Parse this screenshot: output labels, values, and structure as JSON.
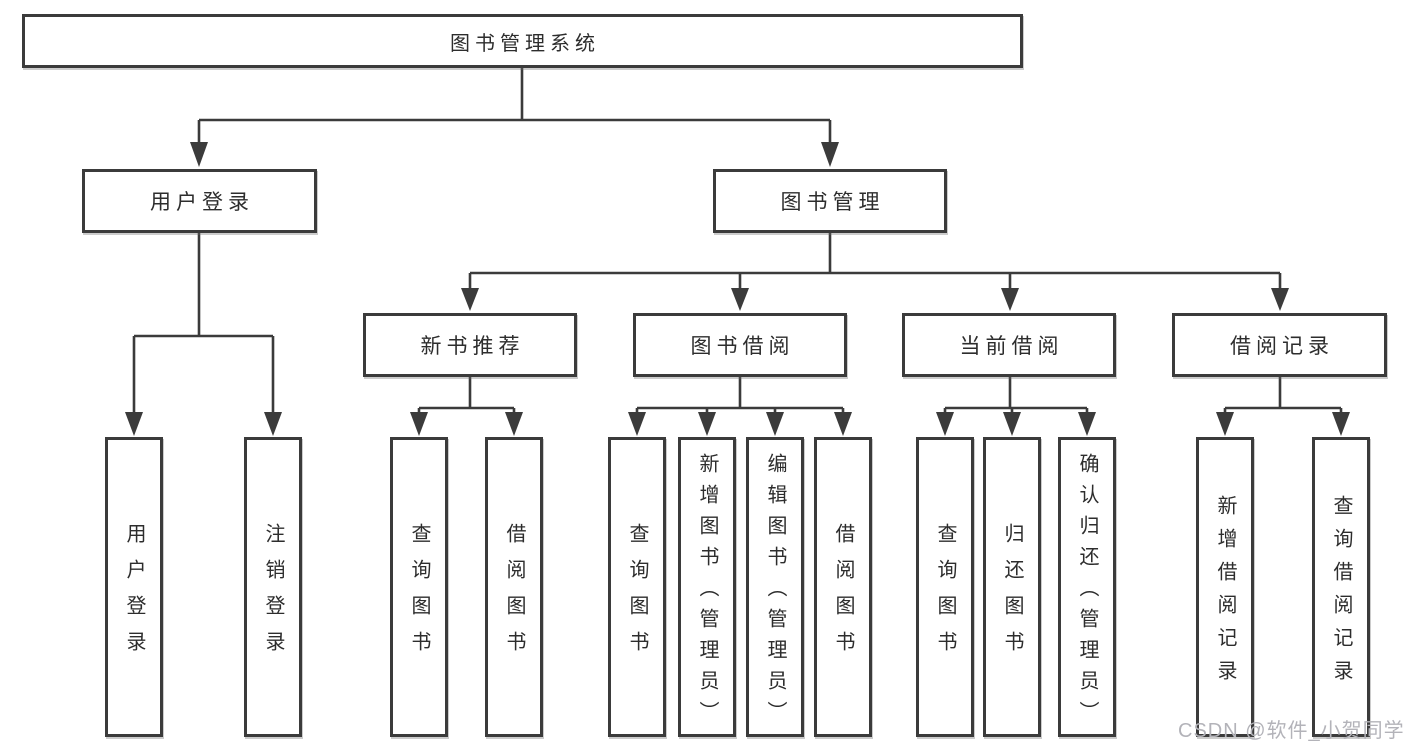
{
  "colors": {
    "line": "#3b3b3b",
    "text": "#2d2d2d",
    "background": "#ffffff",
    "watermark": "#b3b3b9"
  },
  "watermark": {
    "text": "CSDN @软件_小贺同学"
  },
  "diagram": {
    "root": {
      "label": "图书管理系统",
      "children": [
        {
          "label": "用户登录",
          "children": [
            {
              "label": "用户登录"
            },
            {
              "label": "注销登录"
            }
          ]
        },
        {
          "label": "图书管理",
          "children": [
            {
              "label": "新书推荐",
              "children": [
                {
                  "label": "查询图书"
                },
                {
                  "label": "借阅图书"
                }
              ]
            },
            {
              "label": "图书借阅",
              "children": [
                {
                  "label": "查询图书"
                },
                {
                  "label": "新增图书（管理员）"
                },
                {
                  "label": "编辑图书（管理员）"
                },
                {
                  "label": "借阅图书"
                }
              ]
            },
            {
              "label": "当前借阅",
              "children": [
                {
                  "label": "查询图书"
                },
                {
                  "label": "归还图书"
                },
                {
                  "label": "确认归还（管理员）"
                }
              ]
            },
            {
              "label": "借阅记录",
              "children": [
                {
                  "label": "新增借阅记录"
                },
                {
                  "label": "查询借阅记录"
                }
              ]
            }
          ]
        }
      ]
    }
  }
}
